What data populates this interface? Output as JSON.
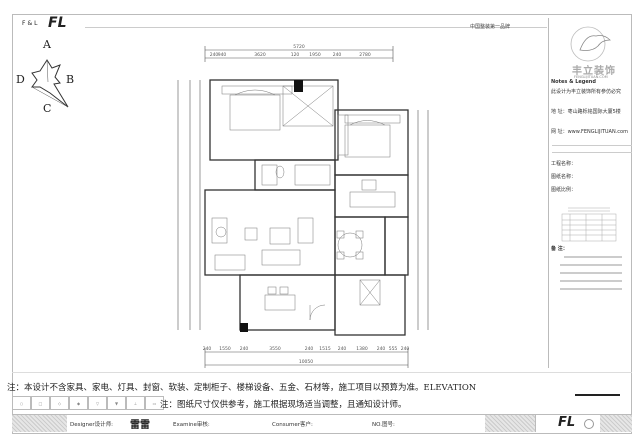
{
  "header": {
    "brand_small": "F&L",
    "brand_logo": "FL",
    "slogan": "中国整装第一品牌"
  },
  "compass": {
    "north": "A",
    "east": "B",
    "south": "C",
    "west": "D"
  },
  "floor_plan": {
    "top_total": "5720",
    "top_segments": [
      "240",
      "940",
      "3620",
      "120",
      "1950",
      "240",
      "2780"
    ],
    "bottom_total": "10050",
    "bottom_segments": [
      "240",
      "1550",
      "240",
      "3550",
      "240",
      "1515",
      "240",
      "1380",
      "240",
      "555",
      "240"
    ]
  },
  "title_block": {
    "logo_name": "丰立装饰",
    "logo_url": "FENGLIJITUAN.COM",
    "notes_heading": "Notes & Legend",
    "copyright": "此设计为丰立装饰所有参仿必究",
    "address": "地  址：枣山路栎铭国际大厦5楼",
    "website": "网  址：www.FENGLIJITUAN.com",
    "project_name_label": "工程名称：",
    "drawing_name_label": "图纸名称：",
    "drawing_scale_label": "图纸比例：",
    "remarks_label": "备  注："
  },
  "notes": {
    "note1": "注：本设计不含家具、家电、灯具、封窗、软装、定制柜子、楼梯设备、五金、石材等，施工项目以预算为准。ELEVATION",
    "note2": "注：图纸尺寸仅供参考，施工根据现场适当调整，且通知设计师。"
  },
  "footer": {
    "designer_label": "Designer设计师:",
    "designer_signature": "雷雷",
    "examine_label": "Examine审核:",
    "consumer_label": "Consumer客户:",
    "number_label": "NO.图号:",
    "footer_logo": "FL"
  }
}
